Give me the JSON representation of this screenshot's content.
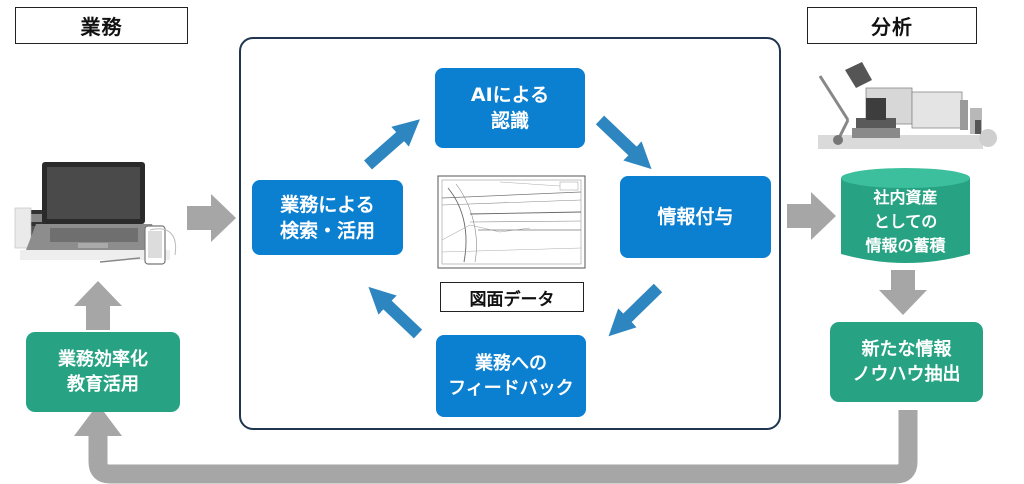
{
  "labels": {
    "gyomu": "業務",
    "bunseki": "分析"
  },
  "cycle": {
    "ai": [
      "AIによる",
      "認識"
    ],
    "info_add": [
      "情報付与"
    ],
    "search": [
      "業務による",
      "検索・活用"
    ],
    "feedback": [
      "業務への",
      "フィードバック"
    ],
    "drawing_label": "図面データ"
  },
  "left": {
    "efficiency": [
      "業務効率化",
      "教育活用"
    ]
  },
  "right": {
    "asset": [
      "社内資産",
      "としての",
      "情報の蓄積"
    ],
    "knowhow": [
      "新たな情報",
      "ノウハウ抽出"
    ]
  },
  "colors": {
    "blue": "#0b7fd0",
    "green": "#27a384",
    "arrow_blue": "#2e86c1",
    "arrow_gray": "#a6a6a6",
    "frame": "#1f3550"
  }
}
